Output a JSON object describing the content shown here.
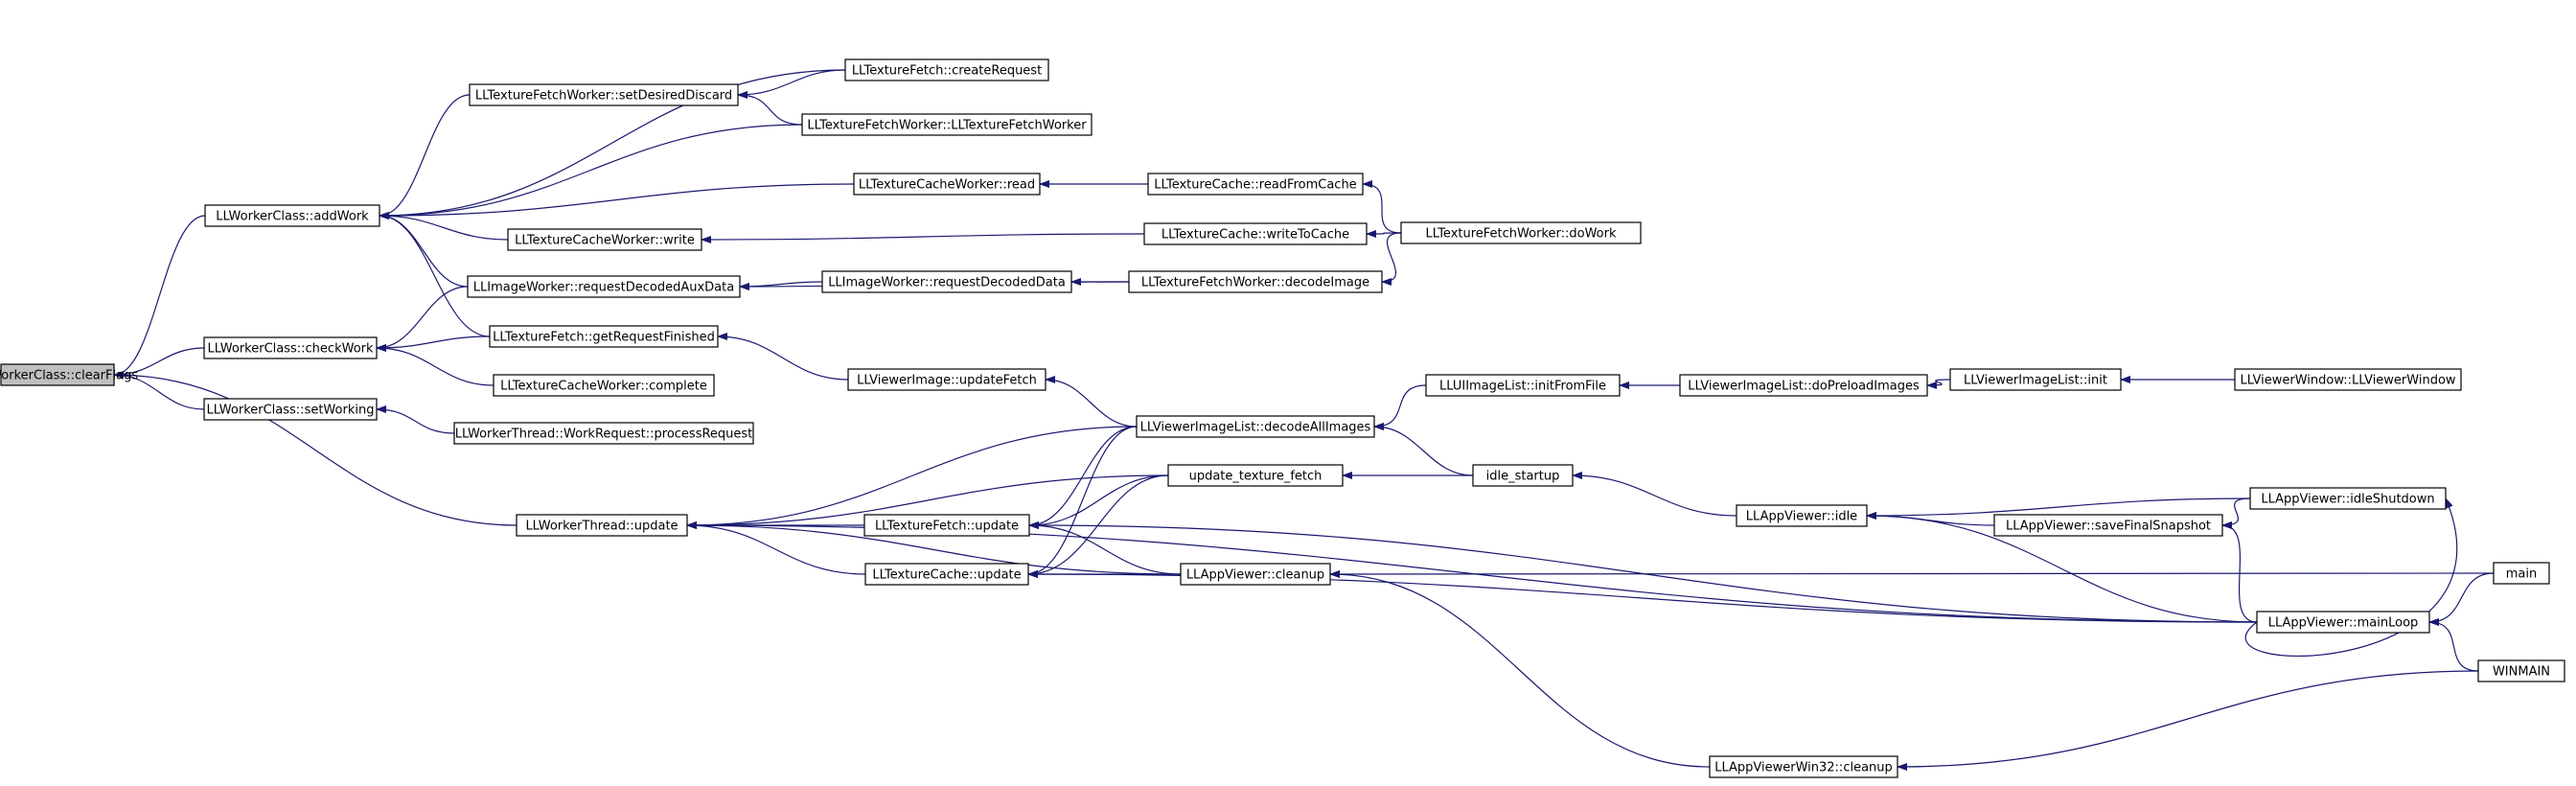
{
  "graph": {
    "title": "",
    "root": "n00",
    "colors": {
      "edge": "#191970",
      "node_border": "#000000",
      "root_fill": "#bfbfbf",
      "node_fill": "#ffffff"
    },
    "nodes": [
      {
        "id": "n00",
        "label": "LLWorkerClass::clearFlags"
      },
      {
        "id": "n01",
        "label": "LLWorkerClass::addWork"
      },
      {
        "id": "n02",
        "label": "LLWorkerClass::checkWork"
      },
      {
        "id": "n03",
        "label": "LLWorkerClass::setWorking"
      },
      {
        "id": "n04",
        "label": "LLWorkerThread::update"
      },
      {
        "id": "n05",
        "label": "LLTextureFetchWorker::setDesiredDiscard"
      },
      {
        "id": "n06",
        "label": "LLTextureFetch::createRequest"
      },
      {
        "id": "n07",
        "label": "LLTextureFetchWorker::LLTextureFetchWorker"
      },
      {
        "id": "n08",
        "label": "LLTextureCacheWorker::read"
      },
      {
        "id": "n09",
        "label": "LLTextureCache::readFromCache"
      },
      {
        "id": "n10",
        "label": "LLTextureCacheWorker::write"
      },
      {
        "id": "n11",
        "label": "LLTextureCache::writeToCache"
      },
      {
        "id": "n12",
        "label": "LLTextureFetchWorker::doWork"
      },
      {
        "id": "n13",
        "label": "LLImageWorker::requestDecodedAuxData"
      },
      {
        "id": "n14",
        "label": "LLImageWorker::requestDecodedData"
      },
      {
        "id": "n15",
        "label": "LLTextureFetchWorker::decodeImage"
      },
      {
        "id": "n16",
        "label": "LLTextureFetch::getRequestFinished"
      },
      {
        "id": "n17",
        "label": "LLViewerImage::updateFetch"
      },
      {
        "id": "n18",
        "label": "LLTextureCacheWorker::complete"
      },
      {
        "id": "n19",
        "label": "LLWorkerThread::WorkRequest::processRequest"
      },
      {
        "id": "n20",
        "label": "LLUIImageList::initFromFile"
      },
      {
        "id": "n21",
        "label": "LLViewerImageList::doPreloadImages"
      },
      {
        "id": "n22",
        "label": "LLViewerImageList::init"
      },
      {
        "id": "n23",
        "label": "LLViewerWindow::LLViewerWindow"
      },
      {
        "id": "n24",
        "label": "LLViewerImageList::decodeAllImages"
      },
      {
        "id": "n25",
        "label": "update_texture_fetch"
      },
      {
        "id": "n26",
        "label": "idle_startup"
      },
      {
        "id": "n27",
        "label": "LLTextureFetch::update"
      },
      {
        "id": "n28",
        "label": "LLTextureCache::update"
      },
      {
        "id": "n29",
        "label": "LLAppViewer::cleanup"
      },
      {
        "id": "n30",
        "label": "LLAppViewer::idle"
      },
      {
        "id": "n31",
        "label": "LLAppViewer::saveFinalSnapshot"
      },
      {
        "id": "n32",
        "label": "LLAppViewer::idleShutdown"
      },
      {
        "id": "n33",
        "label": "LLAppViewer::mainLoop"
      },
      {
        "id": "n34",
        "label": "main"
      },
      {
        "id": "n35",
        "label": "WINMAIN"
      },
      {
        "id": "n36",
        "label": "LLAppViewerWin32::cleanup"
      }
    ],
    "edges": [
      [
        "n01",
        "n00"
      ],
      [
        "n02",
        "n00"
      ],
      [
        "n03",
        "n00"
      ],
      [
        "n04",
        "n00"
      ],
      [
        "n05",
        "n01"
      ],
      [
        "n06",
        "n01"
      ],
      [
        "n07",
        "n01"
      ],
      [
        "n08",
        "n01"
      ],
      [
        "n10",
        "n01"
      ],
      [
        "n13",
        "n01"
      ],
      [
        "n16",
        "n01"
      ],
      [
        "n06",
        "n05"
      ],
      [
        "n07",
        "n05"
      ],
      [
        "n09",
        "n08"
      ],
      [
        "n12",
        "n09"
      ],
      [
        "n11",
        "n10"
      ],
      [
        "n12",
        "n11"
      ],
      [
        "n13",
        "n02"
      ],
      [
        "n16",
        "n02"
      ],
      [
        "n18",
        "n02"
      ],
      [
        "n14",
        "n13"
      ],
      [
        "n15",
        "n13"
      ],
      [
        "n15",
        "n14"
      ],
      [
        "n12",
        "n15"
      ],
      [
        "n17",
        "n16"
      ],
      [
        "n24",
        "n17"
      ],
      [
        "n19",
        "n03"
      ],
      [
        "n24",
        "n04"
      ],
      [
        "n25",
        "n04"
      ],
      [
        "n27",
        "n04"
      ],
      [
        "n28",
        "n04"
      ],
      [
        "n29",
        "n04"
      ],
      [
        "n33",
        "n04"
      ],
      [
        "n20",
        "n24"
      ],
      [
        "n26",
        "n24"
      ],
      [
        "n21",
        "n20"
      ],
      [
        "n22",
        "n21"
      ],
      [
        "n23",
        "n22"
      ],
      [
        "n24",
        "n27"
      ],
      [
        "n25",
        "n27"
      ],
      [
        "n29",
        "n27"
      ],
      [
        "n33",
        "n27"
      ],
      [
        "n24",
        "n28"
      ],
      [
        "n25",
        "n28"
      ],
      [
        "n29",
        "n28"
      ],
      [
        "n33",
        "n28"
      ],
      [
        "n26",
        "n25"
      ],
      [
        "n30",
        "n26"
      ],
      [
        "n34",
        "n29"
      ],
      [
        "n36",
        "n29"
      ],
      [
        "n31",
        "n30"
      ],
      [
        "n32",
        "n30"
      ],
      [
        "n33",
        "n30"
      ],
      [
        "n32",
        "n31"
      ],
      [
        "n33",
        "n31"
      ],
      [
        "n33",
        "n32"
      ],
      [
        "n34",
        "n33"
      ],
      [
        "n35",
        "n33"
      ],
      [
        "n35",
        "n36"
      ]
    ]
  }
}
